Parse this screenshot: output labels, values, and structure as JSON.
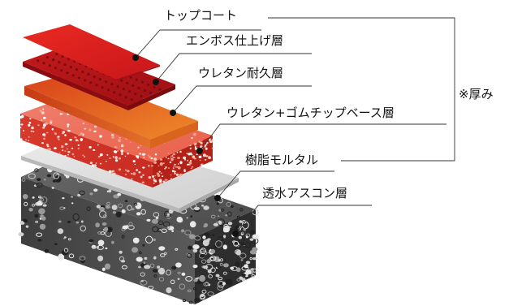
{
  "layers": [
    {
      "label": "トップコート"
    },
    {
      "label": "エンボス仕上げ層"
    },
    {
      "label": "ウレタン耐久層"
    },
    {
      "label": "ウレタン+ゴムチップベース層"
    },
    {
      "label": "樹脂モルタル"
    },
    {
      "label": "透水アスコン層"
    }
  ],
  "thickness_note": "※厚み",
  "colors": {
    "topcoat": "#e0231f",
    "emboss": "#b5151a",
    "urethane": "#e0551e",
    "rubber_base": "#d03a2a",
    "mortar": "#d9d9d9",
    "asphalt": "#555555"
  }
}
